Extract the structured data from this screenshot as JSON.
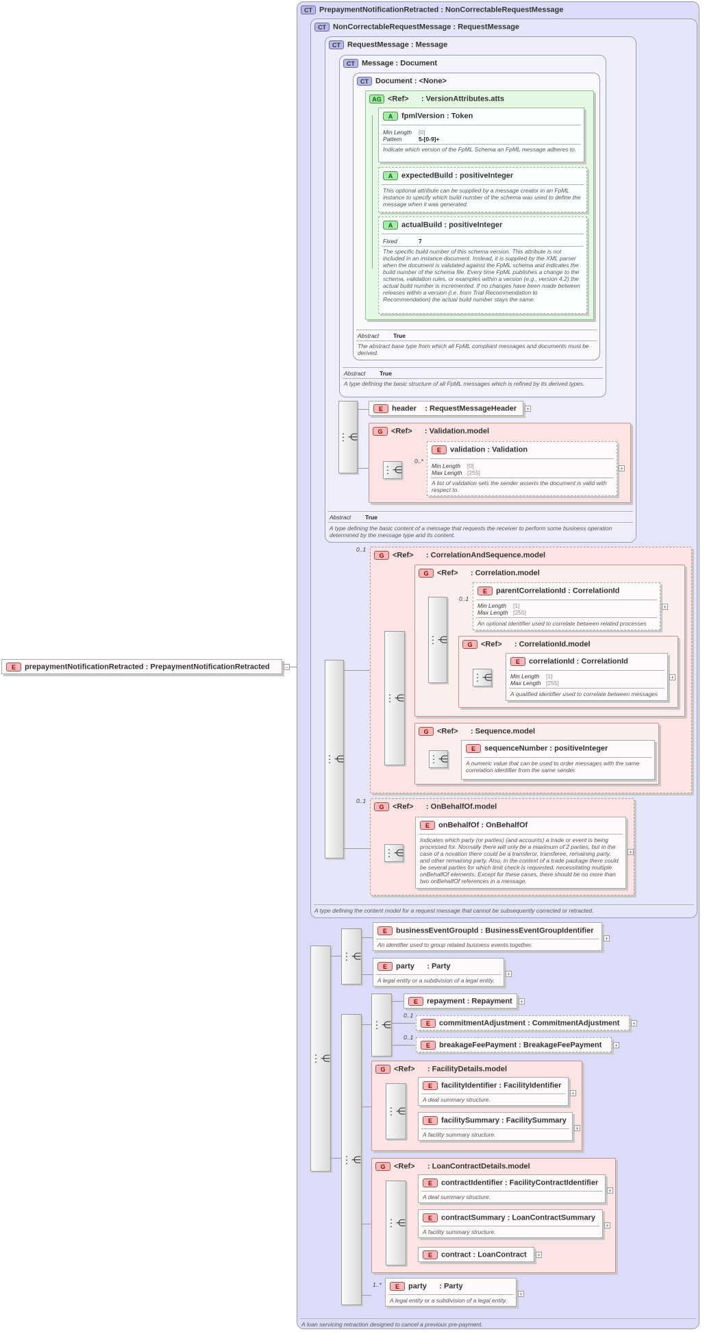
{
  "root_element": {
    "badge": "E",
    "name": "prepaymentNotificationRetracted",
    "type": "PrepaymentNotificationRetracted"
  },
  "types": {
    "t0": {
      "badge": "CT",
      "name": "PrepaymentNotificationRetracted",
      "base": "NonCorrectableRequestMessage",
      "doc": "A loan servicing retraction designed to cancel a previous pre-payment."
    },
    "t1": {
      "badge": "CT",
      "name": "NonCorrectableRequestMessage",
      "base": "RequestMessage",
      "doc": "A type defining the content model for a request message that cannot be subsequently corrected or retracted."
    },
    "t2": {
      "badge": "CT",
      "name": "RequestMessage",
      "base": "Message",
      "abstract_label": "Abstract",
      "abstract_value": "True",
      "doc": "A type defining the basic content of a message that requests the receiver to perform some business operation determined by the message type and its content."
    },
    "t3": {
      "badge": "CT",
      "name": "Message",
      "base": "Document",
      "abstract_label": "Abstract",
      "abstract_value": "True",
      "doc": "A type defining the basic structure of all FpML messages which is refined by its derived types."
    },
    "t4": {
      "badge": "CT",
      "name": "Document",
      "base": "<None>",
      "abstract_label": "Abstract",
      "abstract_value": "True",
      "doc": "The abstract base type from which all FpML compliant messages and documents must be derived."
    }
  },
  "attr_group": {
    "badge": "AG",
    "ref": "<Ref>",
    "name": "VersionAttributes.atts"
  },
  "attrs": {
    "fpmlVersion": {
      "badge": "A",
      "name": "fpmlVersion",
      "type": "Token",
      "k1": "Min Length",
      "v1": "[0]",
      "k2": "Pattern",
      "v2": "5-[0-9]+",
      "doc": "Indicate which version of the FpML Schema an FpML message adheres to."
    },
    "expectedBuild": {
      "badge": "A",
      "name": "expectedBuild",
      "type": "positiveInteger",
      "doc": "This optional attribute can be supplied by a message creator in an FpML instance to specify which build number of the schema was used to define the message when it was generated."
    },
    "actualBuild": {
      "badge": "A",
      "name": "actualBuild",
      "type": "positiveInteger",
      "k1": "Fixed",
      "v1": "7",
      "doc": "The specific build number of this schema version. This attribute is not included in an instance document. Instead, it is supplied by the XML parser when the document is validated against the FpML schema and indicates the build number of the schema file. Every time FpML publishes a change to the schema, validation rules, or examples within a version (e.g., version 4.2) the actual build number is incremented. If no changes have been made between releases within a version (i.e. from Trial Recommendation to Recommendation) the actual build number stays the same."
    }
  },
  "header": {
    "badge": "E",
    "name": "header",
    "type": "RequestMessageHeader"
  },
  "validation_model": {
    "badge": "G",
    "ref": "<Ref>",
    "name": "Validation.model",
    "card": "0..*",
    "validation": {
      "badge": "E",
      "name": "validation",
      "type": "Validation",
      "k1": "Min Length",
      "v1": "[0]",
      "k2": "Max Length",
      "v2": "[255]",
      "doc": "A list of validation sets the sender asserts the document is valid with respect to."
    }
  },
  "corr_seq_model": {
    "badge": "G",
    "ref": "<Ref>",
    "name": "CorrelationAndSequence.model",
    "card": "0..1"
  },
  "correlation_model": {
    "badge": "G",
    "ref": "<Ref>",
    "name": "Correlation.model"
  },
  "parentCorrelationId": {
    "badge": "E",
    "name": "parentCorrelationId",
    "type": "CorrelationId",
    "card": "0..1",
    "k1": "Min Length",
    "v1": "[1]",
    "k2": "Max Length",
    "v2": "[255]",
    "doc": "An optional identifier used to correlate between related processes"
  },
  "correlationId_model": {
    "badge": "G",
    "ref": "<Ref>",
    "name": "CorrelationId.model"
  },
  "correlationId": {
    "badge": "E",
    "name": "correlationId",
    "type": "CorrelationId",
    "k1": "Min Length",
    "v1": "[1]",
    "k2": "Max Length",
    "v2": "[255]",
    "doc": "A qualified identifier used to correlate between messages"
  },
  "sequence_model": {
    "badge": "G",
    "ref": "<Ref>",
    "name": "Sequence.model"
  },
  "sequenceNumber": {
    "badge": "E",
    "name": "sequenceNumber",
    "type": "positiveInteger",
    "doc": "A numeric value that can be used to order messages with the same correlation identifier from the same sender."
  },
  "onbehalf_model": {
    "badge": "G",
    "ref": "<Ref>",
    "name": "OnBehalfOf.model",
    "card": "0..1"
  },
  "onBehalfOf": {
    "badge": "E",
    "name": "onBehalfOf",
    "type": "OnBehalfOf",
    "doc": "Indicates which party (or parties) (and accounts) a trade or event is being processed for. Normally there will only be a maximum of 2 parties, but in the case of a novation there could be a transferor, transferee, remaining party, and other remaining party. Also, in the context of a trade package there could be several parties for which limit check is requested, necessitating multiple onBehalfOf elements. Except for these cases, there should be no more than two onBehalfOf references in a message."
  },
  "businessEventGroupId": {
    "badge": "E",
    "name": "businessEventGroupId",
    "type": "BusinessEventGroupIdentifier",
    "doc": "An identifier used to group related business events together."
  },
  "party1": {
    "badge": "E",
    "name": "party",
    "type": "Party",
    "doc": "A legal entity or a subdivision of a legal entity."
  },
  "repayment": {
    "badge": "E",
    "name": "repayment",
    "type": "Repayment"
  },
  "commitmentAdjustment": {
    "badge": "E",
    "name": "commitmentAdjustment",
    "type": "CommitmentAdjustment",
    "card": "0..1"
  },
  "breakageFeePayment": {
    "badge": "E",
    "name": "breakageFeePayment",
    "type": "BreakageFeePayment",
    "card": "0..1"
  },
  "facility_model": {
    "badge": "G",
    "ref": "<Ref>",
    "name": "FacilityDetails.model"
  },
  "facilityIdentifier": {
    "badge": "E",
    "name": "facilityIdentifier",
    "type": "FacilityIdentifier",
    "doc": "A deal summary structure."
  },
  "facilitySummary": {
    "badge": "E",
    "name": "facilitySummary",
    "type": "FacilitySummary",
    "doc": "A facility summary structure."
  },
  "loan_model": {
    "badge": "G",
    "ref": "<Ref>",
    "name": "LoanContractDetails.model"
  },
  "contractIdentifier": {
    "badge": "E",
    "name": "contractIdentifier",
    "type": "FacilityContractIdentifier",
    "doc": "A deal summary structure."
  },
  "contractSummary": {
    "badge": "E",
    "name": "contractSummary",
    "type": "LoanContractSummary",
    "doc": "A facility summary structure."
  },
  "contract": {
    "badge": "E",
    "name": "contract",
    "type": "LoanContract"
  },
  "party2": {
    "badge": "E",
    "name": "party",
    "type": "Party",
    "card": "1..*",
    "doc": "A legal entity or a subdivision of a legal entity."
  },
  "sep": " : ",
  "colors": {
    "ct_fill": "#dcdcf8",
    "element_badge": "#f5b8b8",
    "group_fill": "#fde4e4",
    "attr_group_fill": "#e4f8e4"
  },
  "icons": {
    "sequence": "sequence-compositor-icon",
    "expand": "expand-plus-icon"
  }
}
